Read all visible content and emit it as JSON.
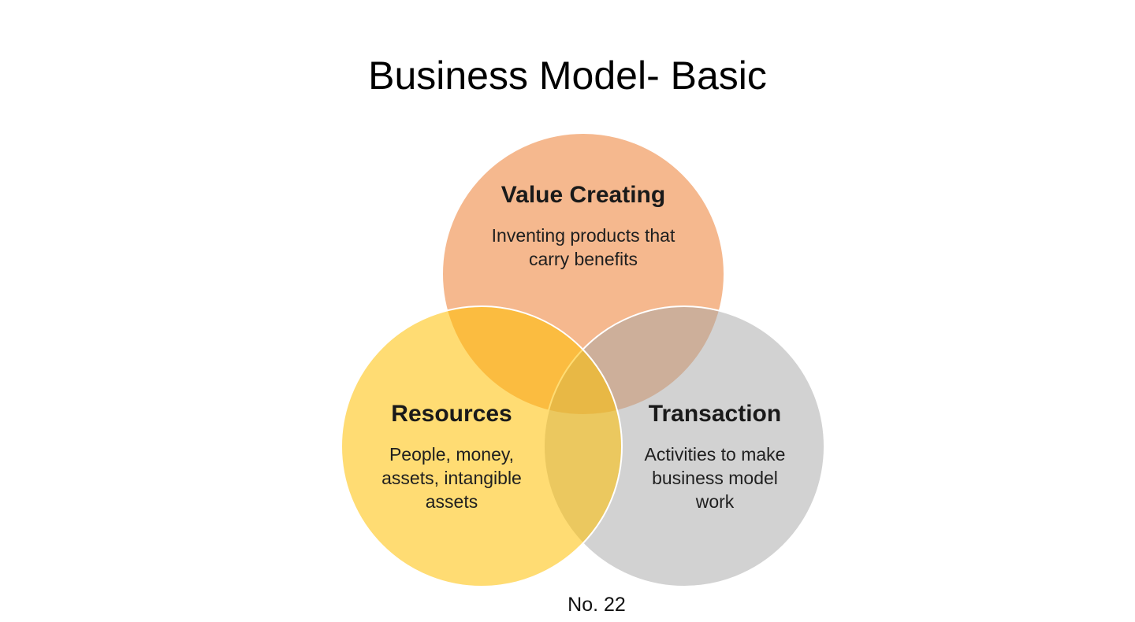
{
  "slide": {
    "title": "Business Model- Basic",
    "page_number": "No. 22",
    "background_color": "#FFFFFF",
    "text_color": "#1F1F1F"
  },
  "venn": {
    "type": "venn-diagram",
    "outline_color": "#FFFFFF",
    "circles": [
      {
        "id": "value-creating",
        "heading": "Value Creating",
        "body_lines": [
          "Inventing products that",
          "carry benefits"
        ],
        "fill": "#ED7D31",
        "appearance_on_white": "#F2B68C"
      },
      {
        "id": "resources",
        "heading": "Resources",
        "body_lines": [
          "People, money,",
          "assets, intangible",
          "assets"
        ],
        "fill": "#FFC000",
        "appearance_on_white": "#F8D977"
      },
      {
        "id": "transaction",
        "heading": "Transaction",
        "body_lines": [
          "Activities to make",
          "business model",
          "work"
        ],
        "fill": "#A5A5A5",
        "appearance_on_white": "#D2D2D2"
      }
    ]
  }
}
